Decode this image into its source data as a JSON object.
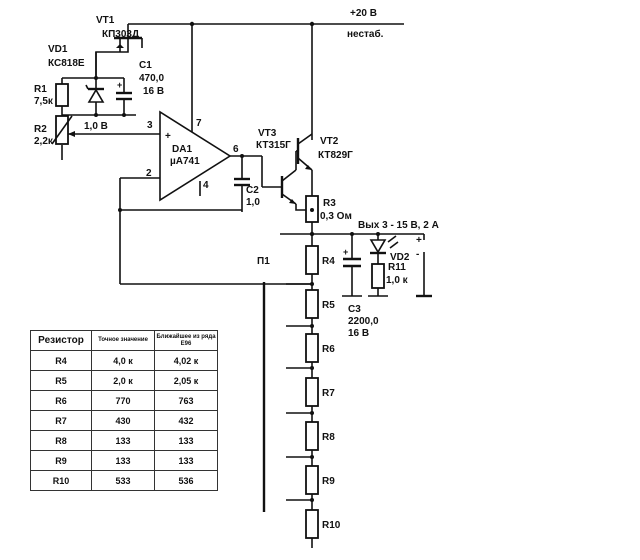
{
  "supply": {
    "voltage_label": "+20 В",
    "unstab_label": "нестаб."
  },
  "components": {
    "vt1": {
      "ref": "VT1",
      "part": "КП303Д"
    },
    "vd1": {
      "ref": "VD1",
      "part": "КС818Е"
    },
    "c1": {
      "ref": "C1",
      "value": "470,0",
      "voltage": "16 В"
    },
    "r1": {
      "ref": "R1",
      "value": "7,5к"
    },
    "r2": {
      "ref": "R2",
      "value": "2,2к"
    },
    "ref_voltage": "1,0 В",
    "da1": {
      "ref": "DA1",
      "part": "µA741",
      "pin2": "2",
      "pin3": "3",
      "pin4": "4",
      "pin6": "6",
      "pin7": "7",
      "plus": "+"
    },
    "vt3": {
      "ref": "VT3",
      "part": "КТ315Г"
    },
    "vt2": {
      "ref": "VT2",
      "part": "КТ829Г"
    },
    "c2": {
      "ref": "C2",
      "value": "1,0"
    },
    "r3": {
      "ref": "R3",
      "value": "0,3 Ом"
    },
    "output_label": "Вых 3 - 15 В, 2 А",
    "vd2": {
      "ref": "VD2"
    },
    "r11": {
      "ref": "R11",
      "value": "1,0 к"
    },
    "c3": {
      "ref": "C3",
      "value": "2200,0",
      "voltage": "16 В"
    },
    "c1_plus": "+",
    "c3_plus": "+",
    "out_plus": "+",
    "out_minus": "-",
    "switch_label": "П1",
    "divider": [
      "R4",
      "R5",
      "R6",
      "R7",
      "R8",
      "R9",
      "R10"
    ]
  },
  "table": {
    "headers": [
      "Резистор",
      "Точное значение",
      "Ближайшее из ряда Е96"
    ],
    "rows": [
      [
        "R4",
        "4,0 к",
        "4,02 к"
      ],
      [
        "R5",
        "2,0 к",
        "2,05 к"
      ],
      [
        "R6",
        "770",
        "763"
      ],
      [
        "R7",
        "430",
        "432"
      ],
      [
        "R8",
        "133",
        "133"
      ],
      [
        "R9",
        "133",
        "133"
      ],
      [
        "R10",
        "533",
        "536"
      ]
    ]
  }
}
